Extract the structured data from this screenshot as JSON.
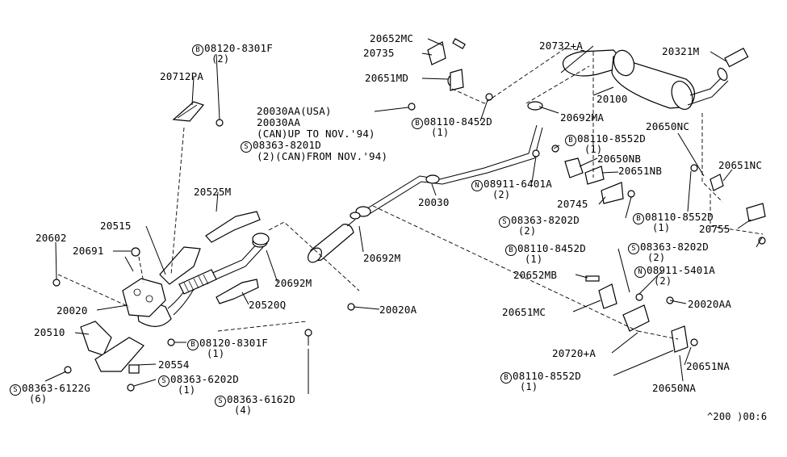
{
  "labels": {
    "p20652MC": "20652MC",
    "p20735": "20735",
    "p20651MD": "20651MD",
    "p20732A": "20732+A",
    "p20321M": "20321M",
    "p20100": "20100",
    "p20692MA": "20692MA",
    "p20712PA": "20712PA",
    "b_08120_8301F_top": "08120-8301F",
    "b_08120_8301F_top_qty": "(2)",
    "p20030AA_USA": "20030AA(USA)",
    "p20030AA": "20030AA",
    "can_up_to": "(CAN)UP TO NOV.'94)",
    "s_08363_8201D": "08363-8201D",
    "s_08363_8201D_note": "(2)(CAN)FROM NOV.'94)",
    "b_08110_8452D_top": "08110-8452D",
    "b_08110_8452D_top_qty": "(1)",
    "p20650NC": "20650NC",
    "b_08110_8552D_a": "08110-8552D",
    "b_08110_8552D_a_qty": "(1)",
    "p20650NB": "20650NB",
    "p20651NB": "20651NB",
    "p20651NC": "20651NC",
    "p20030": "20030",
    "n_08911_6401A": "08911-6401A",
    "n_08911_6401A_qty": "(2)",
    "p20745": "20745",
    "b_08110_8552D_b": "08110-8552D",
    "b_08110_8552D_b_qty": "(1)",
    "p20755": "20755",
    "p20525M": "20525M",
    "s_08363_8202D_a": "08363-8202D",
    "s_08363_8202D_a_qty": "(2)",
    "p20515": "20515",
    "p20602": "20602",
    "p20691": "20691",
    "p20692M_a": "20692M",
    "b_08110_8452D_b": "08110-8452D",
    "b_08110_8452D_b_qty": "(1)",
    "s_08363_8202D_b": "08363-8202D",
    "s_08363_8202D_b_qty": "(2)",
    "n_08911_5401A": "08911-5401A",
    "n_08911_5401A_qty": "(2)",
    "p20652MB": "20652MB",
    "p20692M_b": "20692M",
    "p20020": "20020",
    "p20520Q": "20520Q",
    "p20020A": "20020A",
    "p20651MC": "20651MC",
    "p20020AA": "20020AA",
    "p20510": "20510",
    "b_08120_8301F_bot": "08120-8301F",
    "b_08120_8301F_bot_qty": "(1)",
    "p20720A": "20720+A",
    "p20554": "20554",
    "p20651NA": "20651NA",
    "s_08363_6122G": "08363-6122G",
    "s_08363_6122G_qty": "(6)",
    "s_08363_6202D": "08363-6202D",
    "s_08363_6202D_qty": "(1)",
    "b_08110_8552D_c": "08110-8552D",
    "b_08110_8552D_c_qty": "(1)",
    "p20650NA": "20650NA",
    "s_08363_6162D": "08363-6162D",
    "s_08363_6162D_qty": "(4)",
    "footer_code": "^200 )00:6"
  },
  "symbols": {
    "b": "B",
    "s": "S",
    "n": "N"
  }
}
